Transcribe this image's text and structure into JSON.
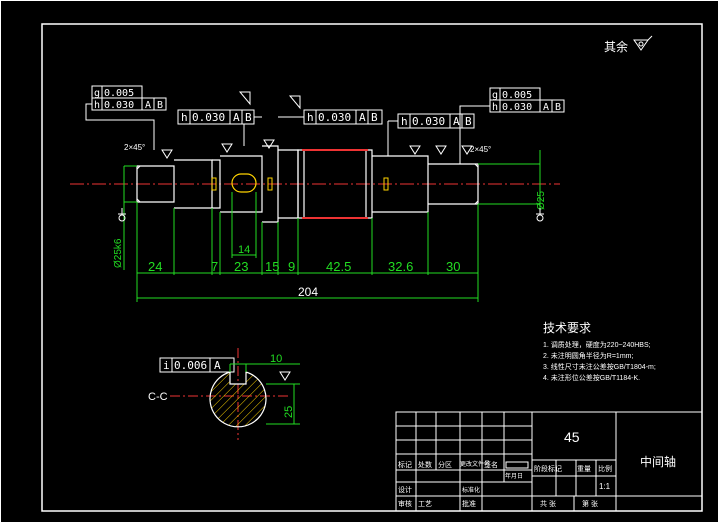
{
  "drawing": {
    "roughness_note": "其余",
    "tolerances": {
      "runout_left": {
        "symbol": "g",
        "value": "0.005"
      },
      "runout_left_2": {
        "symbol": "h",
        "value": "0.030",
        "datum_a": "A",
        "datum_b": "B"
      },
      "runout_mid_left": {
        "symbol": "h",
        "value": "0.030",
        "datum_a": "A",
        "datum_b": "B"
      },
      "runout_mid": {
        "symbol": "h",
        "value": "0.030",
        "datum_a": "A",
        "datum_b": "B"
      },
      "runout_mid_right": {
        "symbol": "h",
        "value": "0.030",
        "datum_a": "A",
        "datum_b": "B"
      },
      "runout_right": {
        "symbol": "g",
        "value": "0.005"
      },
      "runout_right_2": {
        "symbol": "h",
        "value": "0.030",
        "datum_a": "A",
        "datum_b": "B"
      },
      "section_sym": {
        "symbol": "i",
        "value": "0.006",
        "datum": "A"
      }
    },
    "chamfer_left": "2×45°",
    "chamfer_right": "2×45°",
    "diameter_left": "Ø25k6",
    "diameter_right": "Ø25",
    "keyway_len": "14",
    "dims": [
      "24",
      "7",
      "23",
      "15",
      "9",
      "42.5",
      "32.6",
      "30"
    ],
    "overall": "204",
    "section_label": "C-C",
    "section_key_width": "10",
    "section_depth": "25"
  },
  "tech": {
    "title": "技术要求",
    "items": [
      "1. 调质处理，硬度为220~240HBS;",
      "2. 未注明圆角半径为R=1mm;",
      "3. 线性尺寸未注公差按GB/T1804-m;",
      "4. 未注形位公差按GB/T1184-K."
    ]
  },
  "titleblock": {
    "material": "45",
    "part_name": "中间轴",
    "row_labels": [
      "标记",
      "处数",
      "分区",
      "更改文件号",
      "签名",
      "年月日"
    ],
    "design": "设计",
    "standard": "标准化",
    "stage": "阶段标记",
    "weight": "重量",
    "scale_label": "比例",
    "scale": "1:1",
    "review": "审核",
    "process": "工艺",
    "approve": "批准",
    "sheet_total": "共 张",
    "sheet_no": "第 张"
  }
}
